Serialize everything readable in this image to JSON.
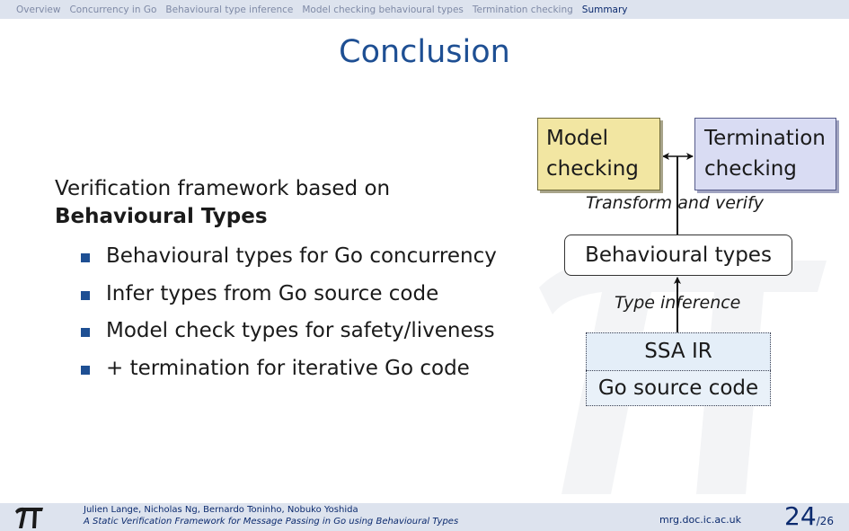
{
  "nav": {
    "items": [
      "Overview",
      "Concurrency in Go",
      "Behavioural type inference",
      "Model checking behavioural types",
      "Termination checking",
      "Summary"
    ],
    "active_index": 5
  },
  "slide": {
    "title": "Conclusion",
    "intro_text": "Verification framework based on",
    "intro_bold": "Behavioural Types",
    "bullets": [
      "Behavioural types for Go concurrency",
      "Infer types from Go source code",
      "Model check types for safety/liveness",
      "+ termination for iterative Go code"
    ]
  },
  "diagram": {
    "model_line1": "Model",
    "model_line2": "checking",
    "term_line1": "Termination",
    "term_line2": "checking",
    "transform_label": "Transform and verify",
    "behavioural_types": "Behavioural types",
    "type_inference_label": "Type inference",
    "ssa": "SSA IR",
    "go_source": "Go source code"
  },
  "footer": {
    "authors": "Julien Lange, Nicholas Ng, Bernardo Toninho, Nobuko Yoshida",
    "paper_title": "A Static Verification Framework for Message Passing in Go using Behavioural Types",
    "site": "mrg.doc.ic.ac.uk",
    "page": "24",
    "total": "/26"
  },
  "colors": {
    "accent": "#1e4f93",
    "bar": "#dde3ee",
    "model_box": "#f2e6a2",
    "term_box": "#d9dcf3",
    "ssa_box": "#e4eef8"
  },
  "icons": {
    "logo": "pi-logo-icon"
  }
}
